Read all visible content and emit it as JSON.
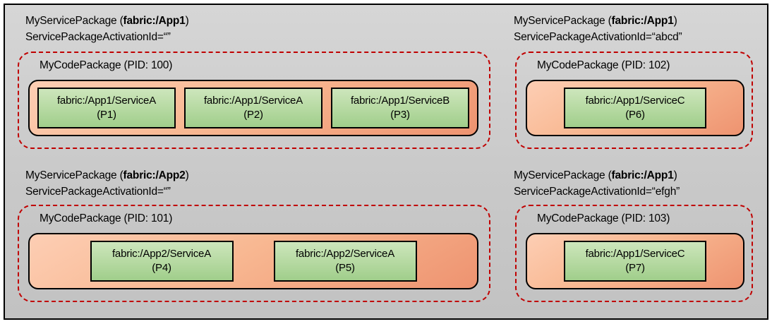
{
  "figure": {
    "service_packages": [
      {
        "position": "top-left",
        "title_prefix": "MyServicePackage (",
        "title_app": "fabric:/App1",
        "title_suffix": ")",
        "activation_line": "ServicePackageActivationId=“”",
        "code_package_label": "MyCodePackage (PID: 100)",
        "services": [
          {
            "name": "fabric:/App1/ServiceA",
            "partition": "(P1)"
          },
          {
            "name": "fabric:/App1/ServiceA",
            "partition": "(P2)"
          },
          {
            "name": "fabric:/App1/ServiceB",
            "partition": "(P3)"
          }
        ]
      },
      {
        "position": "top-right",
        "title_prefix": "MyServicePackage (",
        "title_app": "fabric:/App1",
        "title_suffix": ")",
        "activation_line": "ServicePackageActivationId=“abcd”",
        "code_package_label": "MyCodePackage (PID: 102)",
        "services": [
          {
            "name": "fabric:/App1/ServiceC",
            "partition": "(P6)"
          }
        ]
      },
      {
        "position": "bottom-left",
        "title_prefix": "MyServicePackage (",
        "title_app": "fabric:/App2",
        "title_suffix": ")",
        "activation_line": "ServicePackageActivationId=“”",
        "code_package_label": "MyCodePackage (PID: 101)",
        "services": [
          {
            "name": "fabric:/App2/ServiceA",
            "partition": "(P4)"
          },
          {
            "name": "fabric:/App2/ServiceA",
            "partition": "(P5)"
          }
        ]
      },
      {
        "position": "bottom-right",
        "title_prefix": "MyServicePackage (",
        "title_app": "fabric:/App1",
        "title_suffix": ")",
        "activation_line": "ServicePackageActivationId=“efgh”",
        "code_package_label": "MyCodePackage (PID: 103)",
        "services": [
          {
            "name": "fabric:/App1/ServiceC",
            "partition": "(P7)"
          }
        ]
      }
    ],
    "colors": {
      "canvas_border": "#000000",
      "background_top": "#d6d6d6",
      "background_bottom": "#c2c2c2",
      "dashed_outline_red": "#c00000",
      "code_package_fill_top": "#fdceb4",
      "code_package_fill_bottom": "#ee9370",
      "service_fill_top": "#cde6bc",
      "service_fill_bottom": "#a0ce8b",
      "text": "#000000"
    }
  }
}
